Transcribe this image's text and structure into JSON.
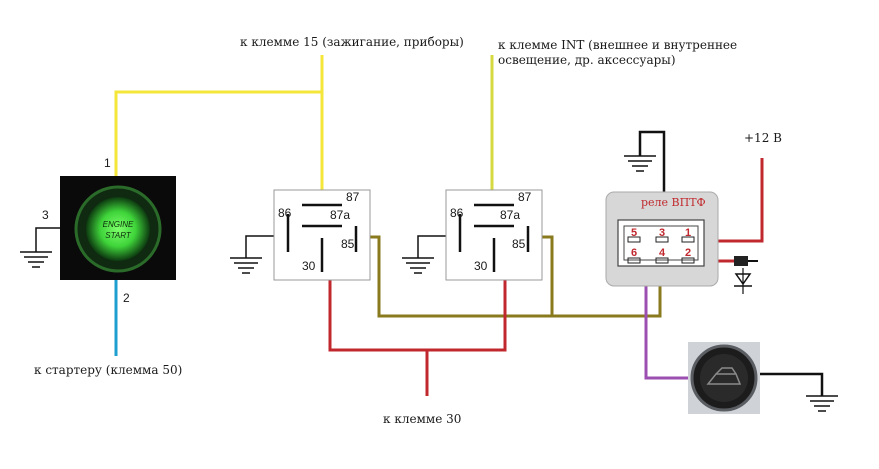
{
  "labels": {
    "ignition": "к клемме 15 (зажигание, приборы)",
    "int_line1": "к клемме INT (внешнее и внутреннее",
    "int_line2": "освещение, др. аксессуары)",
    "starter": "к стартеру (клемма 50)",
    "term30": "к клемме 30",
    "plus12": "+12 В"
  },
  "button": {
    "line1": "ENGINE",
    "line2": "START",
    "pin1": "1",
    "pin2": "2",
    "pin3": "3"
  },
  "relay1": {
    "p87": "87",
    "p87a": "87a",
    "p86": "86",
    "p85": "85",
    "p30": "30"
  },
  "relay2": {
    "p87": "87",
    "p87a": "87a",
    "p86": "86",
    "p85": "85",
    "p30": "30"
  },
  "vptf": {
    "title": "реле ВПТФ",
    "pins": [
      "5",
      "3",
      "1",
      "6",
      "4",
      "2"
    ]
  },
  "colors": {
    "yellow": "#f5e63a",
    "yellowgreen": "#d6d93f",
    "red": "#c0282d",
    "olive": "#8a7a1e",
    "blue": "#1e9fd0",
    "purple": "#9b4fb0",
    "black": "#111111"
  }
}
